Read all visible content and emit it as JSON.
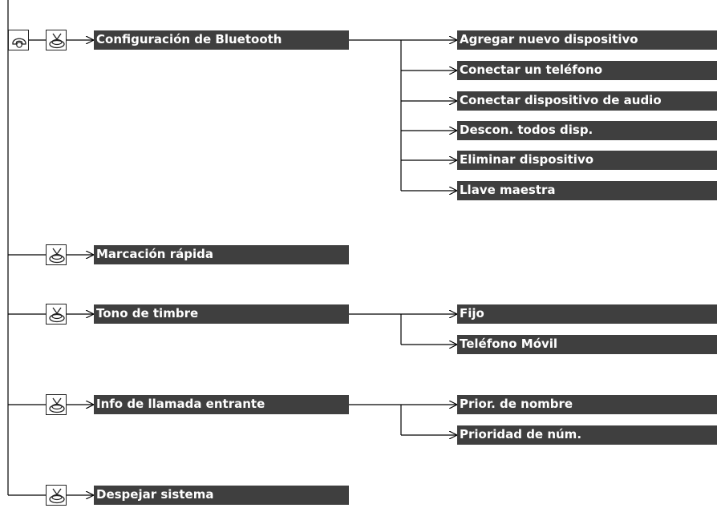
{
  "menu": {
    "phone_settings_icon": "phone-settings-icon",
    "select_icon": "selector-knob-icon",
    "items": [
      {
        "label": "Configuración de Bluetooth",
        "children": [
          "Agregar nuevo dispositivo",
          "Conectar un teléfono",
          "Conectar dispositivo de audio",
          "Descon. todos disp.",
          "Eliminar dispositivo",
          "Llave maestra"
        ]
      },
      {
        "label": "Marcación rápida",
        "children": []
      },
      {
        "label": "Tono de timbre",
        "children": [
          "Fijo",
          "Teléfono Móvil"
        ]
      },
      {
        "label": "Info de llamada entrante",
        "children": [
          "Prior. de nombre",
          "Prioridad de núm."
        ]
      },
      {
        "label": "Despejar sistema",
        "children": []
      }
    ]
  },
  "colors": {
    "label_bg": "#3f3f3f",
    "label_text": "#ffffff",
    "line": "#000000"
  }
}
